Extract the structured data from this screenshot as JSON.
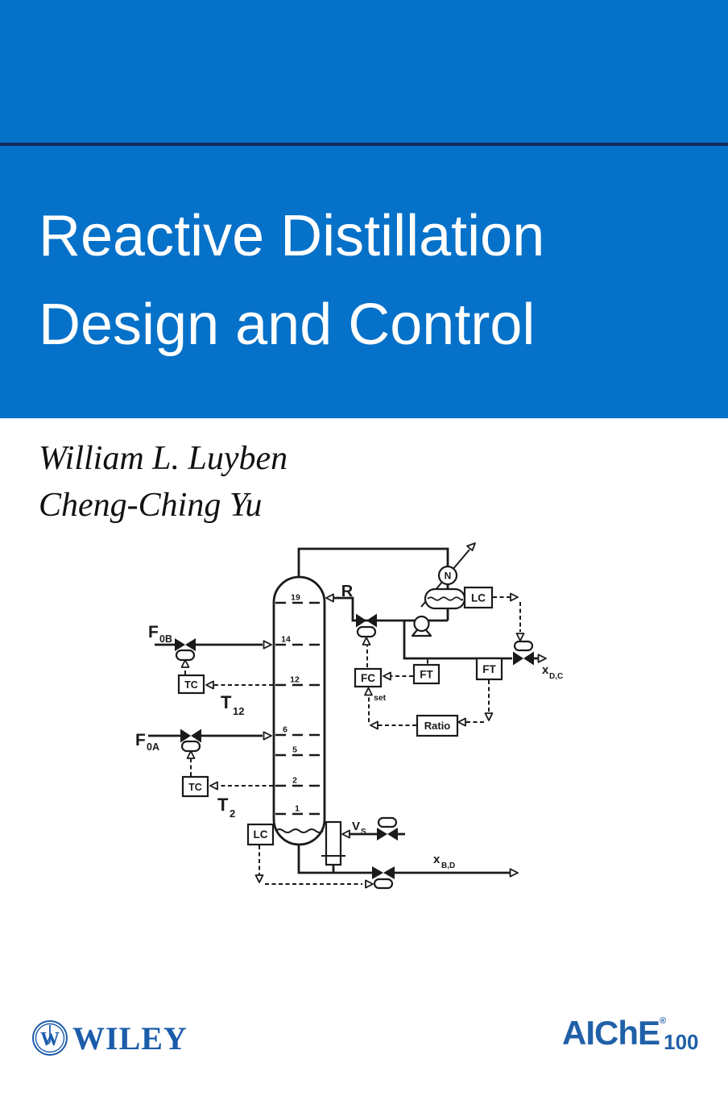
{
  "cover": {
    "title": {
      "line1": "Reactive Distillation",
      "line2": "Design and Control"
    },
    "authors": {
      "author1": "William L. Luyben",
      "author2": "Cheng-Ching Yu"
    },
    "colors": {
      "band_blue": "#0671C8",
      "rule_navy": "#16295E",
      "wiley_blue": "#1B5CAB",
      "aiche_blue": "#2060A8",
      "diagram_ink": "#1A1A1A"
    }
  },
  "publisher": {
    "wiley": {
      "name": "WILEY",
      "monogram": "W"
    },
    "aiche": {
      "name": "AIChE",
      "registered": "®",
      "anniversary": "100"
    }
  },
  "diagram": {
    "trays": {
      "t19": "19",
      "t14": "14",
      "t12": "12",
      "t6": "6",
      "t5": "5",
      "t2": "2",
      "t1": "1"
    },
    "instruments": {
      "lc_reflux_drum": "LC",
      "lc_base": "LC",
      "fc_reflux": "FC",
      "ft_reflux": "FT",
      "ft_distillate": "FT",
      "tc_upper": "TC",
      "tc_lower": "TC",
      "ratio": "Ratio",
      "setpoint": "set",
      "condenser": "N"
    },
    "streams": {
      "reflux": "R",
      "feed_b": {
        "base": "F",
        "sub": "0B"
      },
      "feed_a": {
        "base": "F",
        "sub": "0A"
      },
      "steam": {
        "base": "V",
        "sub": "S"
      },
      "distillate": {
        "base": "x",
        "sub": "D,C"
      },
      "bottoms": {
        "base": "x",
        "sub": "B,D"
      },
      "temp_12": {
        "base": "T",
        "sub": "12"
      },
      "temp_2": {
        "base": "T",
        "sub": "2"
      }
    }
  }
}
